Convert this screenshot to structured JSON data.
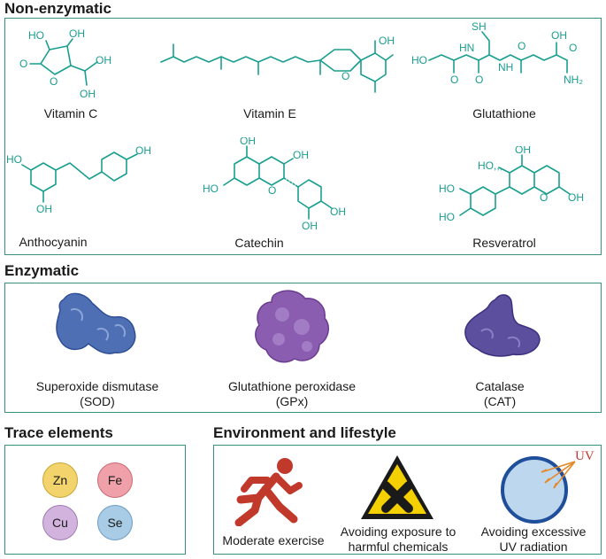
{
  "non_enzymatic": {
    "title": "Non-enzymatic",
    "compounds": [
      {
        "name": "Vitamin C"
      },
      {
        "name": "Vitamin E"
      },
      {
        "name": "Glutathione"
      },
      {
        "name": "Anthocyanin"
      },
      {
        "name": "Catechin"
      },
      {
        "name": "Resveratrol"
      }
    ],
    "atoms": {
      "oh": "OH",
      "ho": "HO",
      "o": "O",
      "hn": "HN",
      "nh": "NH",
      "sh": "SH",
      "nh2": "NH₂",
      "ho_dash": "HO,,,",
      "oh_dash": "···OH"
    },
    "colors": {
      "structure": "#1a9e8f",
      "border": "#3a8f7f"
    }
  },
  "enzymatic": {
    "title": "Enzymatic",
    "enzymes": [
      {
        "line1": "Superoxide dismutase",
        "line2": "(SOD)",
        "color": "#4f6fb5"
      },
      {
        "line1": "Glutathione peroxidase",
        "line2": "(GPx)",
        "color": "#8b5db0"
      },
      {
        "line1": "Catalase",
        "line2": "(CAT)",
        "color": "#5c4f9e"
      }
    ]
  },
  "trace_elements": {
    "title": "Trace elements",
    "elements": [
      {
        "symbol": "Zn",
        "color": "#f3d36b"
      },
      {
        "symbol": "Fe",
        "color": "#f0a0a8"
      },
      {
        "symbol": "Cu",
        "color": "#d2b3de"
      },
      {
        "symbol": "Se",
        "color": "#a8cbe6"
      }
    ]
  },
  "environment": {
    "title": "Environment and lifestyle",
    "items": [
      {
        "line1": "Moderate exercise",
        "line2": ""
      },
      {
        "line1": "Avoiding exposure to",
        "line2": "harmful chemicals"
      },
      {
        "line1": "Avoiding excessive",
        "line2": "UV radiation"
      }
    ],
    "uv_label": "UV",
    "colors": {
      "runner": "#c0392b",
      "hazard_fill": "#f5d000",
      "sun_fill": "#bcd7ee",
      "sun_border": "#1f4e9a",
      "uv": "#c0392b"
    }
  }
}
